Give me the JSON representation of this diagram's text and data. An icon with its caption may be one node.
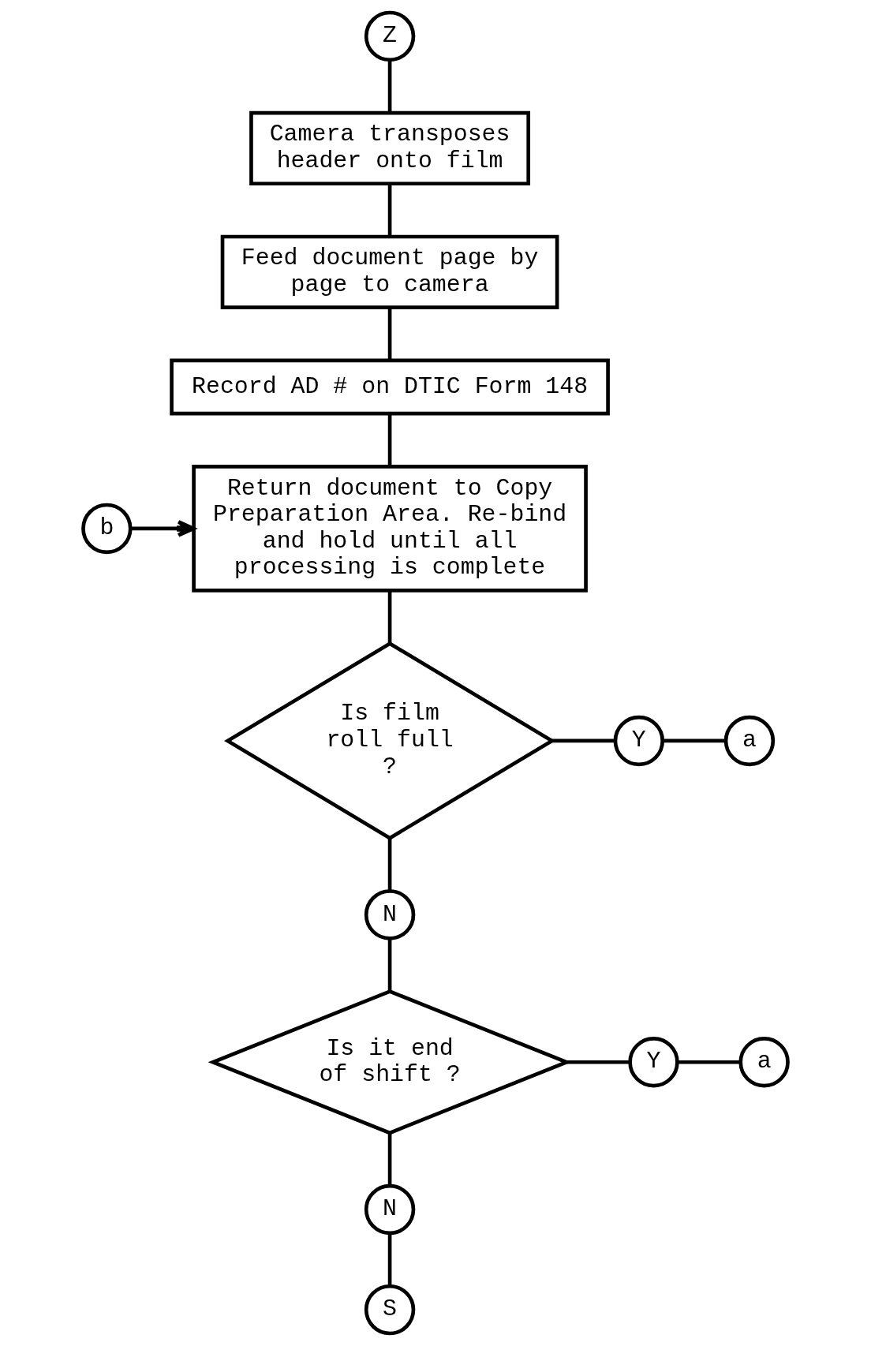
{
  "diagram": {
    "nodes": [
      {
        "text": [
          "Z"
        ]
      },
      {
        "text": [
          "Camera transposes header onto film"
        ]
      },
      {
        "text": [
          "Feed document page by page to camera"
        ]
      },
      {
        "text": [
          "Record AD # on DTIC Form 148"
        ]
      },
      {
        "text": [
          "b"
        ]
      },
      {
        "text": [
          "Return document to Copy Preparation Area. Re-bind and hold until all processing is complete"
        ]
      },
      {
        "text": [
          "Is film roll full ?"
        ]
      },
      {
        "text": [
          "Y"
        ]
      },
      {
        "text": [
          "a"
        ]
      },
      {
        "text": [
          "N"
        ]
      },
      {
        "text": [
          "Is it end of shift ?"
        ]
      },
      {
        "text": [
          "Y"
        ]
      },
      {
        "text": [
          "a"
        ]
      },
      {
        "text": [
          "N"
        ]
      },
      {
        "text": [
          "S"
        ]
      }
    ],
    "edges": [
      {
        "from": 0,
        "to": 1,
        "arrow": "none"
      },
      {
        "from": 1,
        "to": 2,
        "arrow": "none"
      },
      {
        "from": 2,
        "to": 3,
        "arrow": "none"
      },
      {
        "from": 3,
        "to": 5,
        "arrow": "none"
      },
      {
        "from": 4,
        "to": 5,
        "arrow": "to"
      },
      {
        "from": 5,
        "to": 6,
        "arrow": "none"
      },
      {
        "from": 6,
        "to": 7,
        "arrow": "none"
      },
      {
        "from": 7,
        "to": 8,
        "arrow": "none"
      },
      {
        "from": 6,
        "to": 9,
        "arrow": "none"
      },
      {
        "from": 9,
        "to": 10,
        "arrow": "none"
      },
      {
        "from": 10,
        "to": 11,
        "arrow": "none"
      },
      {
        "from": 11,
        "to": 12,
        "arrow": "none"
      },
      {
        "from": 10,
        "to": 13,
        "arrow": "none"
      },
      {
        "from": 13,
        "to": 14,
        "arrow": "none"
      }
    ]
  }
}
